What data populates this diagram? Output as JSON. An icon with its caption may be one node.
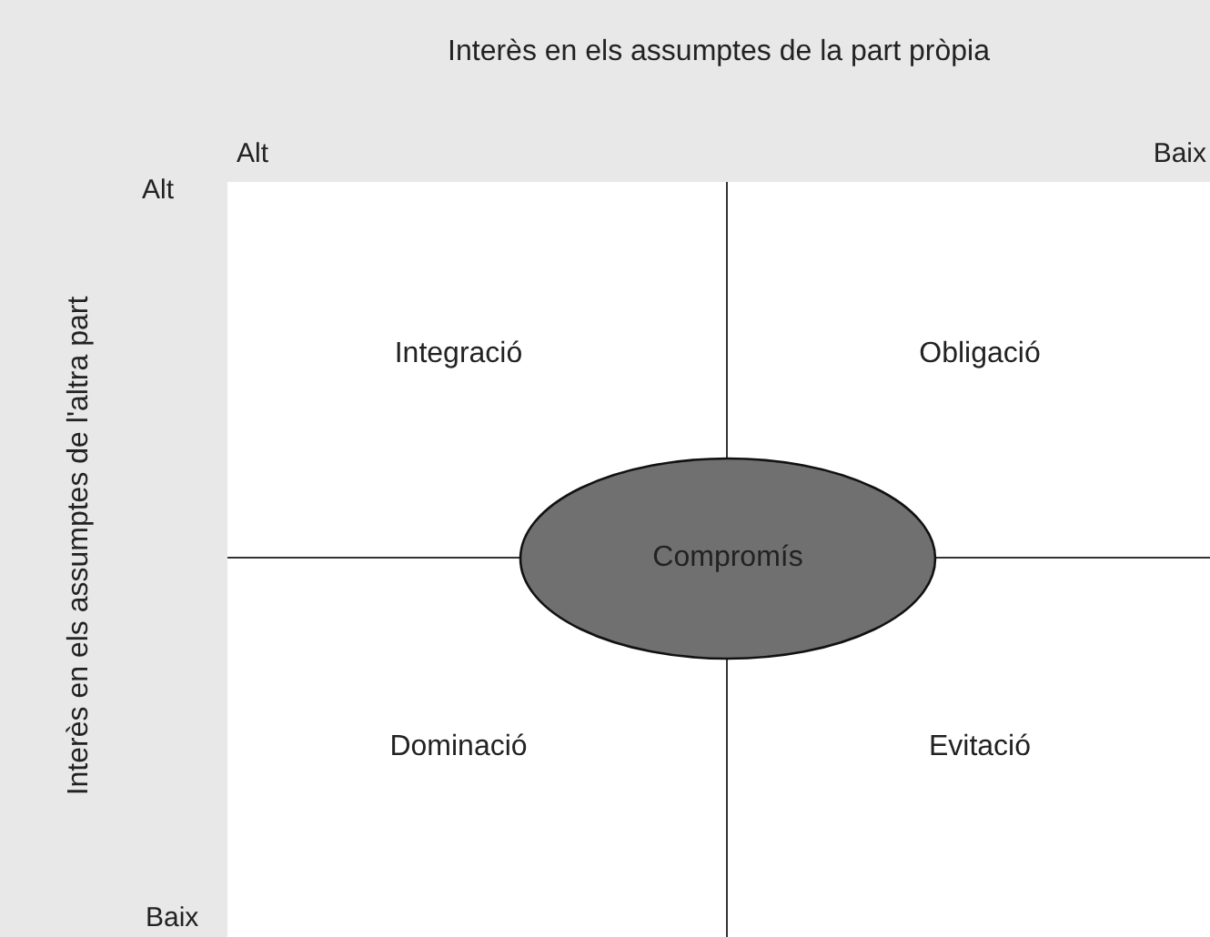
{
  "diagram": {
    "nodes": [
      {
        "text": [
          "Integració"
        ]
      },
      {
        "text": [
          "Obligació"
        ]
      },
      {
        "text": [
          "Dominació"
        ]
      },
      {
        "text": [
          "Evitació"
        ]
      },
      {
        "text": [
          "Compromís"
        ]
      }
    ],
    "labels": [
      "Interès en els assumptes de la part pròpia",
      "Alt",
      "Baix",
      "Interès en els assumptes de l'altra part",
      "Alt",
      "Baix"
    ]
  }
}
